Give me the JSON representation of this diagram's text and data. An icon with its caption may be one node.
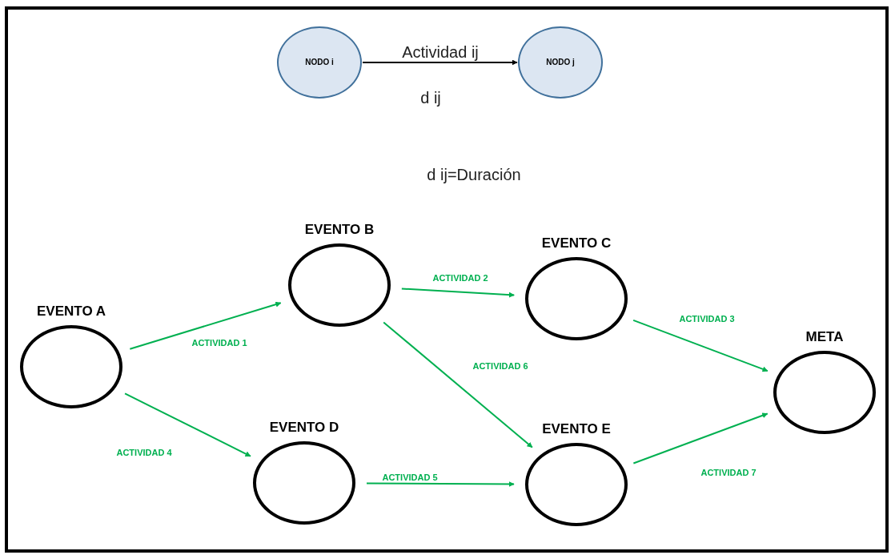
{
  "diagram": {
    "nodes": [
      {
        "text": [
          "NODO i"
        ]
      },
      {
        "text": [
          "NODO j"
        ]
      },
      {
        "text": [
          "EVENTO A"
        ]
      },
      {
        "text": [
          "EVENTO B"
        ]
      },
      {
        "text": [
          "EVENTO C"
        ]
      },
      {
        "text": [
          "EVENTO D"
        ]
      },
      {
        "text": [
          "EVENTO E"
        ]
      },
      {
        "text": [
          "META"
        ]
      }
    ],
    "edges": [
      {
        "from": 0,
        "to": 1,
        "arrow": "to",
        "label": "Actividad ij",
        "color": "#000000"
      },
      {
        "from": 2,
        "to": 3,
        "arrow": "to",
        "label": "ACTIVIDAD 1"
      },
      {
        "from": 3,
        "to": 4,
        "arrow": "to",
        "label": "ACTIVIDAD 2"
      },
      {
        "from": 4,
        "to": 7,
        "arrow": "to",
        "label": "ACTIVIDAD 3"
      },
      {
        "from": 2,
        "to": 5,
        "arrow": "to",
        "label": "ACTIVIDAD 4"
      },
      {
        "from": 5,
        "to": 6,
        "arrow": "to",
        "label": "ACTIVIDAD 5"
      },
      {
        "from": 3,
        "to": 6,
        "arrow": "to",
        "label": "ACTIVIDAD 6"
      },
      {
        "from": 6,
        "to": 7,
        "arrow": "to",
        "label": "ACTIVIDAD 7"
      }
    ],
    "labels": [
      "d ij",
      "d ij=Duración"
    ]
  }
}
